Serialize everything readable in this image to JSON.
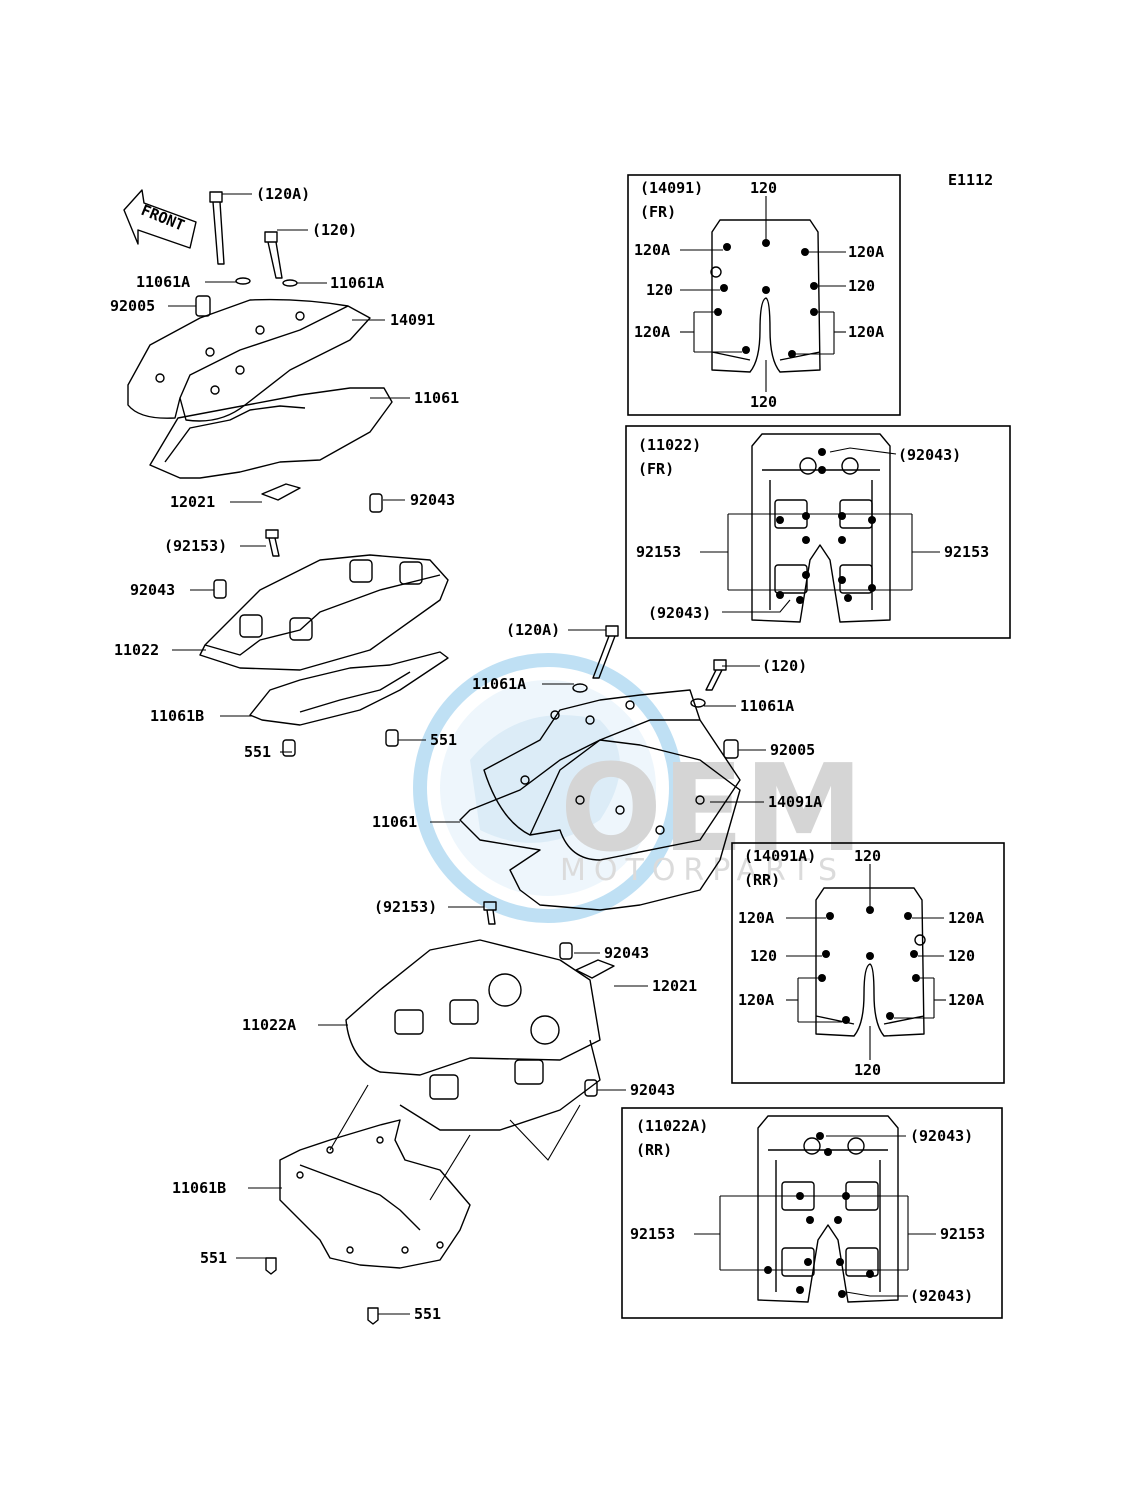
{
  "diagram_code": "E1112",
  "front_arrow_text": "FRONT",
  "watermark": {
    "brand": "OEM",
    "sub": "MOTORPARTS"
  },
  "callouts": {
    "c1": "(120A)",
    "c2": "(120)",
    "c3": "11061A",
    "c4": "11061A",
    "c5": "92005",
    "c6": "14091",
    "c7": "11061",
    "c8": "12021",
    "c9": "92043",
    "c10": "(92153)",
    "c11": "92043",
    "c12": "11022",
    "c13": "11061B",
    "c14": "551",
    "c15": "551",
    "c16": "(120A)",
    "c17": "(120)",
    "c18": "11061A",
    "c19": "11061A",
    "c20": "92005",
    "c21": "14091A",
    "c22": "11061",
    "c23": "(92153)",
    "c24": "92043",
    "c25": "12021",
    "c26": "11022A",
    "c27": "92043",
    "c28": "11061B",
    "c29": "551",
    "c30": "551"
  },
  "inset_cover_fr": {
    "title": "(14091)",
    "sub": "(FR)",
    "l_top": "120",
    "l_ul": "120A",
    "l_ur": "120A",
    "l_ml": "120",
    "l_mr": "120",
    "l_ll": "120A",
    "l_lr": "120A",
    "l_bot": "120"
  },
  "inset_head_fr": {
    "title": "(11022)",
    "sub": "(FR)",
    "l_top": "(92043)",
    "l_left": "92153",
    "l_right": "92153",
    "l_bot": "(92043)"
  },
  "inset_cover_rr": {
    "title": "(14091A)",
    "sub": "(RR)",
    "l_top": "120",
    "l_ul": "120A",
    "l_ur": "120A",
    "l_ml": "120",
    "l_mr": "120",
    "l_ll": "120A",
    "l_lr": "120A",
    "l_bot": "120"
  },
  "inset_head_rr": {
    "title": "(11022A)",
    "sub": "(RR)",
    "l_top": "(92043)",
    "l_left": "92153",
    "l_right": "92153",
    "l_bot": "(92043)"
  }
}
